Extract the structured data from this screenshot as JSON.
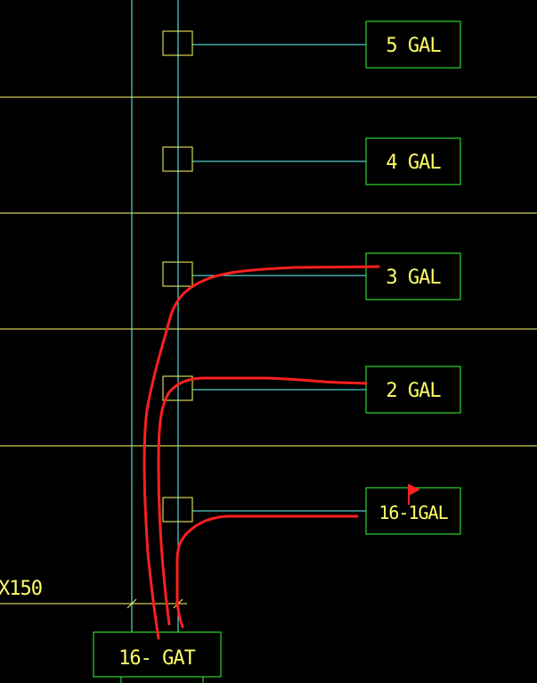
{
  "drawing": {
    "cable_spec": "X150",
    "main_panel": {
      "label": "16- GAT"
    },
    "floor_panels": [
      {
        "label": "5 GAL"
      },
      {
        "label": "4 GAL"
      },
      {
        "label": "3 GAL"
      },
      {
        "label": "2 GAL"
      },
      {
        "label": "16-1GAL",
        "flagged": true
      }
    ]
  },
  "colors": {
    "background": "#000000",
    "floor_line": "#ffff66",
    "riser": "#66ffff",
    "panel_outline": "#33ff33",
    "text": "#ffff66",
    "markup": "#ff2020"
  }
}
